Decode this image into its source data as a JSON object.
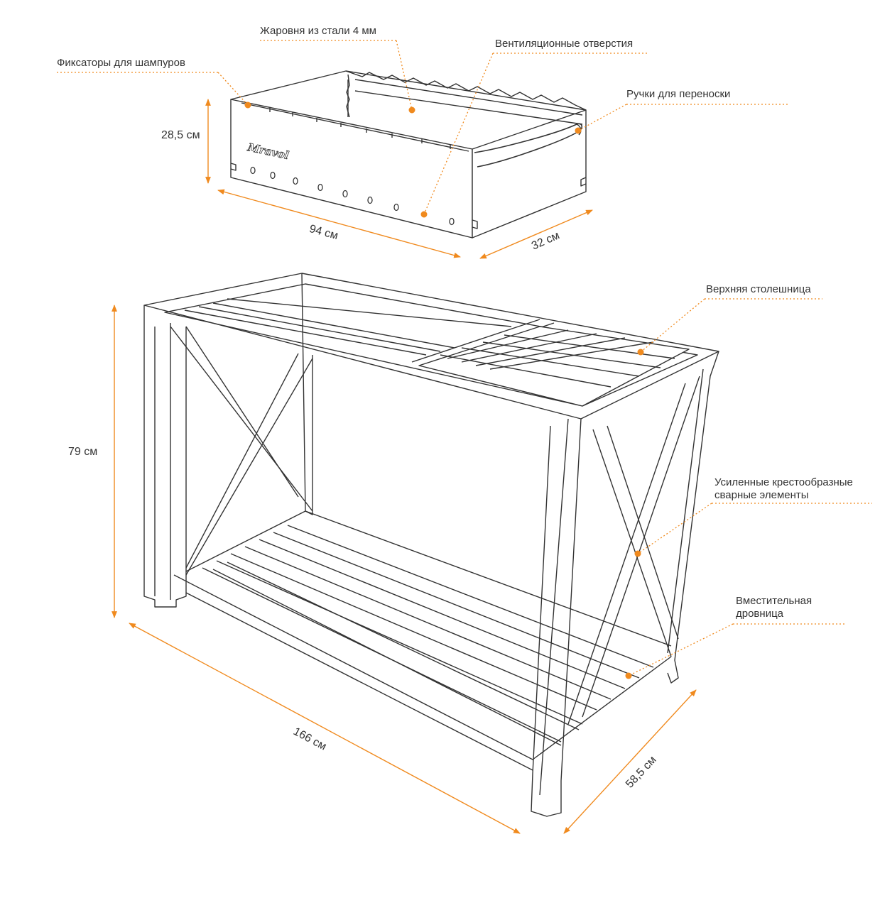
{
  "callouts": {
    "brazier": "Жаровня из стали 4 мм",
    "vents": "Вентиляционные отверстия",
    "skewer_holders": "Фиксаторы для шампуров",
    "handles": "Ручки для переноски",
    "top_tabletop": "Верхняя столешница",
    "cross_welds_line1": "Усиленные крестообразные",
    "cross_welds_line2": "сварные элементы",
    "woodshed_line1": "Вместительная",
    "woodshed_line2": "дровница"
  },
  "dimensions": {
    "box_height": "28,5 см",
    "box_length": "94 см",
    "box_width": "32 см",
    "stand_height": "79 см",
    "stand_length": "166 см",
    "stand_depth": "58,5 см"
  },
  "brand_logo_text": "Mravol",
  "colors": {
    "accent": "#F08A1E",
    "line": "#333333",
    "label": "#333333"
  }
}
